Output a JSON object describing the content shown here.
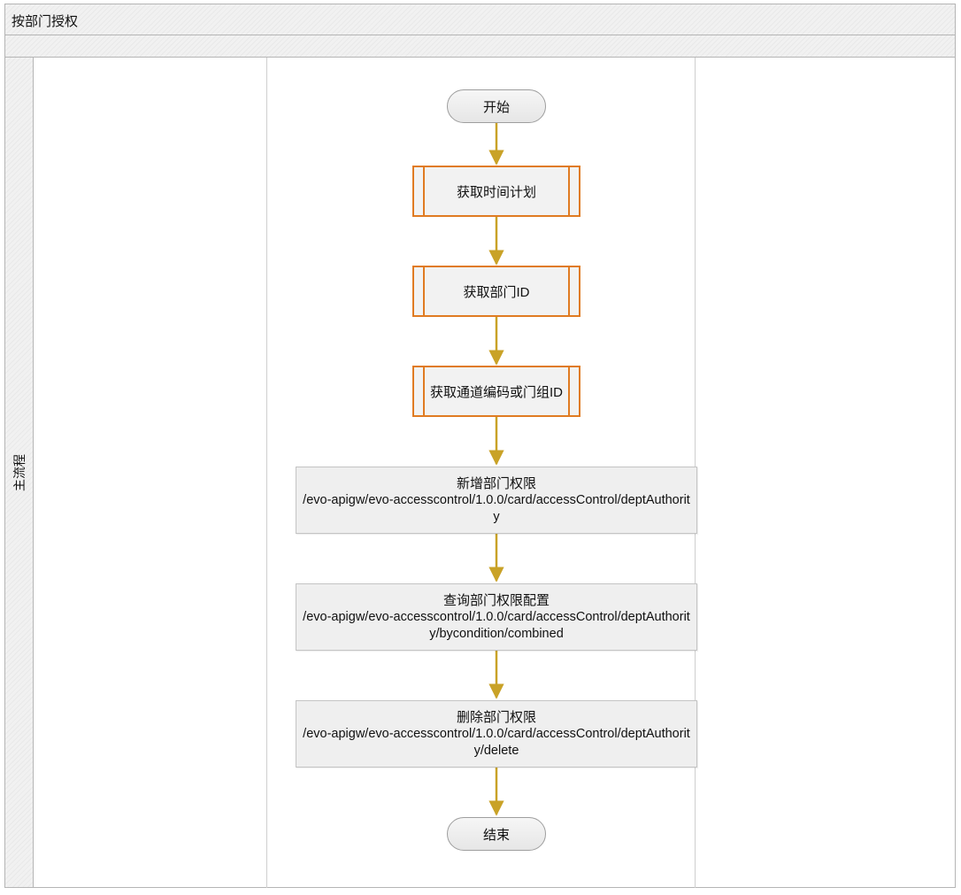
{
  "pool": {
    "title": "按部门授权"
  },
  "lane": {
    "label": "主流程"
  },
  "nodes": {
    "start": "开始",
    "step1": "获取时间计划",
    "step2": "获取部门ID",
    "step3": "获取通道编码或门组ID",
    "step4": {
      "title": "新增部门权限",
      "path": "/evo-apigw/evo-accesscontrol/1.0.0/card/accessControl/deptAuthority"
    },
    "step5": {
      "title": "查询部门权限配置",
      "path": "/evo-apigw/evo-accesscontrol/1.0.0/card/accessControl/deptAuthority/bycondition/combined"
    },
    "step6": {
      "title": "删除部门权限",
      "path": "/evo-apigw/evo-accesscontrol/1.0.0/card/accessControl/deptAuthority/delete"
    },
    "end": "结束"
  },
  "colors": {
    "connector": "#c9a227",
    "subprocess_border": "#e07b22",
    "node_fill": "#efefef"
  }
}
